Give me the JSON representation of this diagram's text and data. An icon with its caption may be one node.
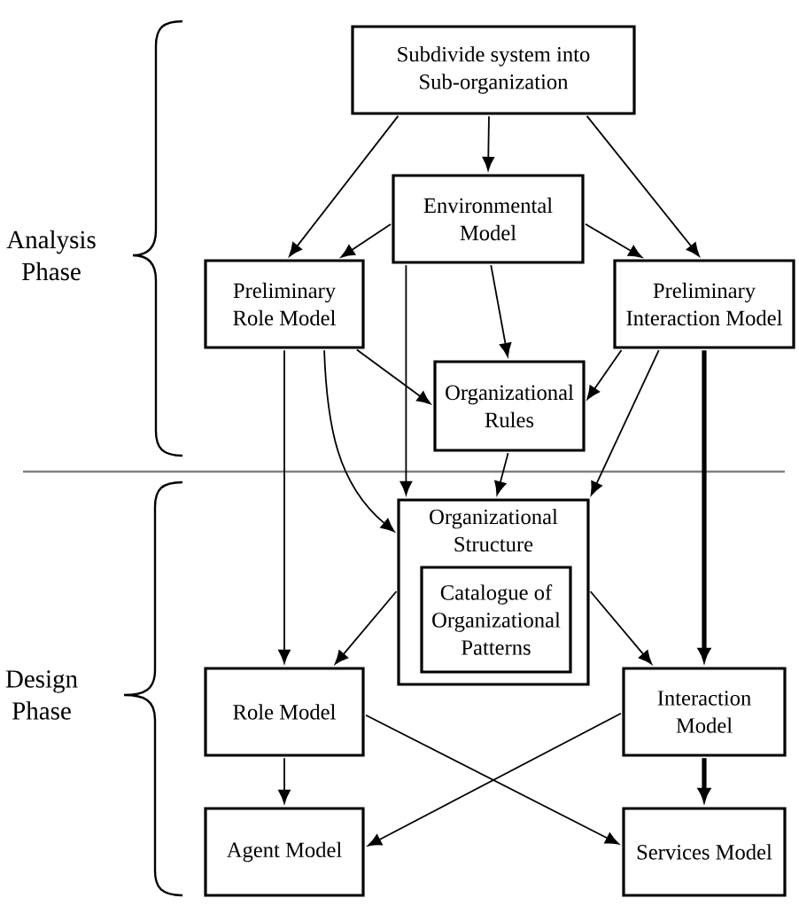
{
  "diagram": {
    "nodes": [
      {
        "text": [
          "Subdivide system into Sub-organization"
        ]
      },
      {
        "text": [
          "Environmental Model"
        ]
      },
      {
        "text": [
          "Preliminary Role Model"
        ]
      },
      {
        "text": [
          "Preliminary Interaction Model"
        ]
      },
      {
        "text": [
          "Organizational Rules"
        ]
      },
      {
        "text": [
          "Organizational Structure"
        ]
      },
      {
        "text": [
          "Catalogue of Organizational Patterns"
        ],
        "in": 5
      },
      {
        "text": [
          "Role Model"
        ]
      },
      {
        "text": [
          "Interaction Model"
        ]
      },
      {
        "text": [
          "Agent Model"
        ]
      },
      {
        "text": [
          "Services Model"
        ]
      }
    ],
    "edges": [
      {
        "from": 0,
        "to": 2,
        "arrow": "to"
      },
      {
        "from": 0,
        "to": 1,
        "arrow": "to"
      },
      {
        "from": 0,
        "to": 3,
        "arrow": "to"
      },
      {
        "from": 1,
        "to": 2,
        "arrow": "to"
      },
      {
        "from": 1,
        "to": 3,
        "arrow": "to"
      },
      {
        "from": 1,
        "to": 4,
        "arrow": "to"
      },
      {
        "from": 1,
        "to": 5,
        "arrow": "to"
      },
      {
        "from": 2,
        "to": 4,
        "arrow": "to"
      },
      {
        "from": 2,
        "to": 5,
        "arrow": "to"
      },
      {
        "from": 2,
        "to": 7,
        "arrow": "to"
      },
      {
        "from": 3,
        "to": 4,
        "arrow": "to"
      },
      {
        "from": 3,
        "to": 5,
        "arrow": "to"
      },
      {
        "from": 3,
        "to": 8,
        "arrow": "to",
        "style": "thick"
      },
      {
        "from": 4,
        "to": 5,
        "arrow": "to"
      },
      {
        "from": 5,
        "to": 7,
        "arrow": "to"
      },
      {
        "from": 5,
        "to": 8,
        "arrow": "to"
      },
      {
        "from": 7,
        "to": 9,
        "arrow": "to"
      },
      {
        "from": 7,
        "to": 10,
        "arrow": "to"
      },
      {
        "from": 8,
        "to": 9,
        "arrow": "to"
      },
      {
        "from": 8,
        "to": 10,
        "arrow": "to",
        "style": "thick"
      }
    ],
    "labels": [
      "Analysis Phase",
      "Design Phase"
    ]
  }
}
